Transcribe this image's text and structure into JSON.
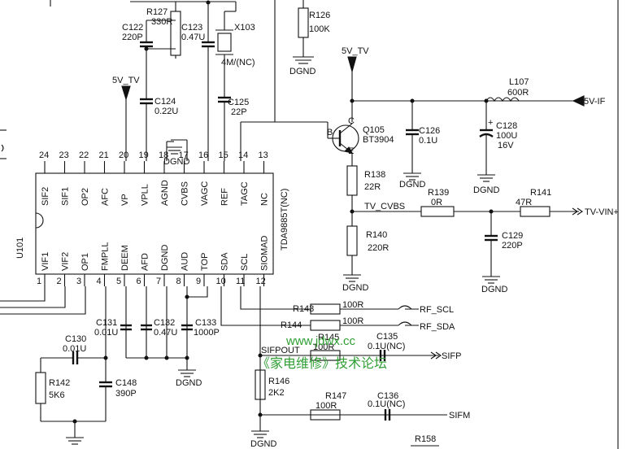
{
  "ic": {
    "ref": "U101",
    "part": "TDA9885T(NC)",
    "top_pins": [
      {
        "num": "24",
        "name": "SIF2"
      },
      {
        "num": "23",
        "name": "SIF1"
      },
      {
        "num": "22",
        "name": "OP2"
      },
      {
        "num": "21",
        "name": "AFC"
      },
      {
        "num": "20",
        "name": "VP"
      },
      {
        "num": "19",
        "name": "VPLL"
      },
      {
        "num": "18",
        "name": "AGND"
      },
      {
        "num": "17",
        "name": "CVBS"
      },
      {
        "num": "16",
        "name": "VAGC"
      },
      {
        "num": "15",
        "name": "REF"
      },
      {
        "num": "14",
        "name": "TAGC"
      },
      {
        "num": "13",
        "name": "NC"
      }
    ],
    "bottom_pins": [
      {
        "num": "1",
        "name": "VIF1"
      },
      {
        "num": "2",
        "name": "VIF2"
      },
      {
        "num": "3",
        "name": "OP1"
      },
      {
        "num": "4",
        "name": "FMPLL"
      },
      {
        "num": "5",
        "name": "DEEM"
      },
      {
        "num": "6",
        "name": "AFD"
      },
      {
        "num": "7",
        "name": "DGND"
      },
      {
        "num": "8",
        "name": "AUD"
      },
      {
        "num": "9",
        "name": "TOP"
      },
      {
        "num": "10",
        "name": "SDA"
      },
      {
        "num": "11",
        "name": "SCL"
      },
      {
        "num": "12",
        "name": "SIOMAD"
      }
    ]
  },
  "components": {
    "R127": {
      "ref": "R127",
      "value": "330R"
    },
    "C122": {
      "ref": "C122",
      "value": "220P"
    },
    "C123": {
      "ref": "C123",
      "value": "0.47U"
    },
    "X103": {
      "ref": "X103",
      "value": "4M/(NC)"
    },
    "R126": {
      "ref": "R126",
      "value": "100K"
    },
    "C124": {
      "ref": "C124",
      "value": "0.22U"
    },
    "C125": {
      "ref": "C125",
      "value": "22P"
    },
    "Q105": {
      "ref": "Q105",
      "value": "BT3904",
      "pin_b": "B",
      "pin_c": "C",
      "pin_e": "E"
    },
    "C126": {
      "ref": "C126",
      "value": "0.1U"
    },
    "C128": {
      "ref": "C128",
      "value": "100U",
      "value2": "16V"
    },
    "L107": {
      "ref": "L107",
      "value": "600R"
    },
    "R138": {
      "ref": "R138",
      "value": "22R"
    },
    "R139": {
      "ref": "R139",
      "value": "0R"
    },
    "R141": {
      "ref": "R141",
      "value": "47R"
    },
    "C129": {
      "ref": "C129",
      "value": "220P"
    },
    "R140": {
      "ref": "R140",
      "value": "220R"
    },
    "R143": {
      "ref": "R143",
      "value": "100R"
    },
    "R144": {
      "ref": "R144",
      "value": "100R"
    },
    "R145": {
      "ref": "R145",
      "value": "100R"
    },
    "C135": {
      "ref": "C135",
      "value": "0.1U(NC)"
    },
    "C131": {
      "ref": "C131",
      "value": "0.01U"
    },
    "C132": {
      "ref": "C132",
      "value": "0.47U"
    },
    "C133": {
      "ref": "C133",
      "value": "1000P"
    },
    "C130": {
      "ref": "C130",
      "value": "0.01U"
    },
    "R142": {
      "ref": "R142",
      "value": "5K6"
    },
    "C148": {
      "ref": "C148",
      "value": "390P"
    },
    "R146": {
      "ref": "R146",
      "value": "2K2"
    },
    "R147": {
      "ref": "R147",
      "value": "100R"
    },
    "C136": {
      "ref": "C136",
      "value": "0.1U(NC)"
    },
    "R158": {
      "ref": "R158"
    }
  },
  "nets": {
    "vp_5v": "5V_TV",
    "q_5v": "5V_TV",
    "v5_if": "5V-IF",
    "tv_cvbs": "TV_CVBS",
    "tv_vin": "TV-VIN+",
    "rf_scl": "RF_SCL",
    "rf_sda": "RF_SDA",
    "sifpout": "SIFPOUT",
    "sifp": "SIFP",
    "sifm": "SIFM",
    "dgnd": "DGND"
  },
  "watermark": {
    "url": "www.jdwx.cc",
    "forum": "《家电维修》技术论坛"
  }
}
